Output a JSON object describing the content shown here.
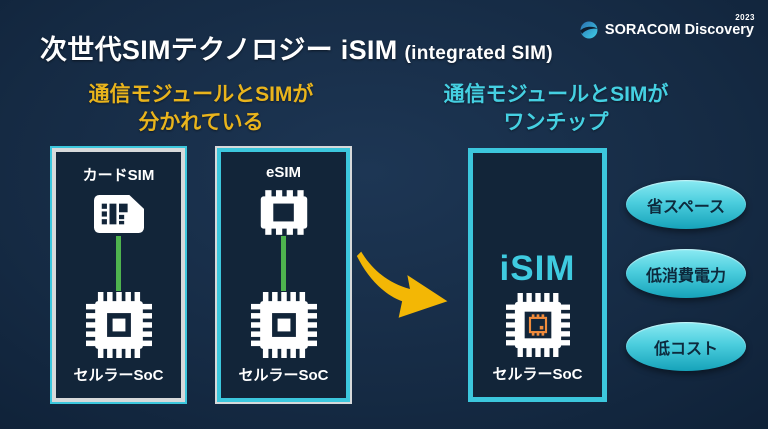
{
  "header": {
    "title_main": "次世代SIMテクノロジー iSIM",
    "title_sub": "(integrated SIM)",
    "logo": {
      "brand": "SORACOM Discovery",
      "year": "2023",
      "icon": "soracom-swoosh-icon"
    }
  },
  "left_section": {
    "heading_line1": "通信モジュールとSIMが",
    "heading_line2": "分かれている",
    "boxes": [
      {
        "top_label": "カードSIM",
        "top_icon": "sim-card-icon",
        "connector_icon": "green-connector-line",
        "bottom_icon": "soc-chip-icon",
        "bottom_label": "セルラーSoC"
      },
      {
        "top_label": "eSIM",
        "top_icon": "esim-package-icon",
        "connector_icon": "green-connector-line",
        "bottom_icon": "soc-chip-icon",
        "bottom_label": "セルラーSoC"
      }
    ]
  },
  "transition": {
    "icon": "curved-arrow-icon"
  },
  "right_section": {
    "heading_line1": "通信モジュールとSIMが",
    "heading_line2": "ワンチップ",
    "box": {
      "label": "iSIM",
      "chip_icon": "isim-chip-icon",
      "bottom_label": "セルラーSoC"
    },
    "benefits": [
      {
        "label": "省スペース"
      },
      {
        "label": "低消費電力"
      },
      {
        "label": "低コスト"
      }
    ]
  },
  "colors": {
    "background_center": "#1d3654",
    "background_edge": "#0a1624",
    "accent_yellow": "#e9b41c",
    "accent_cyan": "#45d0e2",
    "box_border_teal": "#3cc7dd",
    "box_border_gray": "#d7d9da",
    "connector_green": "#4eb34e",
    "arrow_yellow": "#f3b705",
    "isim_text": "#3fcbe0",
    "pill_top": "#8beaf2",
    "pill_bottom": "#16a3ba",
    "pill_text": "#0d2a3d",
    "chip_orange": "#ef8b3c"
  }
}
